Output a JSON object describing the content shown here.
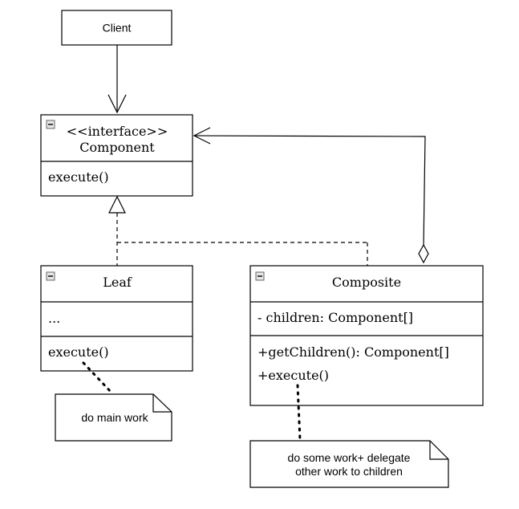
{
  "client": {
    "label": "Client"
  },
  "component": {
    "stereotype": "<<interface>>",
    "name": "Component",
    "methods": [
      "execute()"
    ]
  },
  "leaf": {
    "name": "Leaf",
    "attributes": [
      "..."
    ],
    "methods": [
      "execute()"
    ]
  },
  "composite": {
    "name": "Composite",
    "attributes": [
      "- children: Component[]"
    ],
    "methods": [
      "+getChildren(): Component[]",
      "+execute()"
    ]
  },
  "notes": {
    "leaf_note": "do main work",
    "composite_note": [
      "do some work+ delegate",
      "other work to children"
    ]
  },
  "icons": {
    "collapse": "minus-box-icon"
  }
}
